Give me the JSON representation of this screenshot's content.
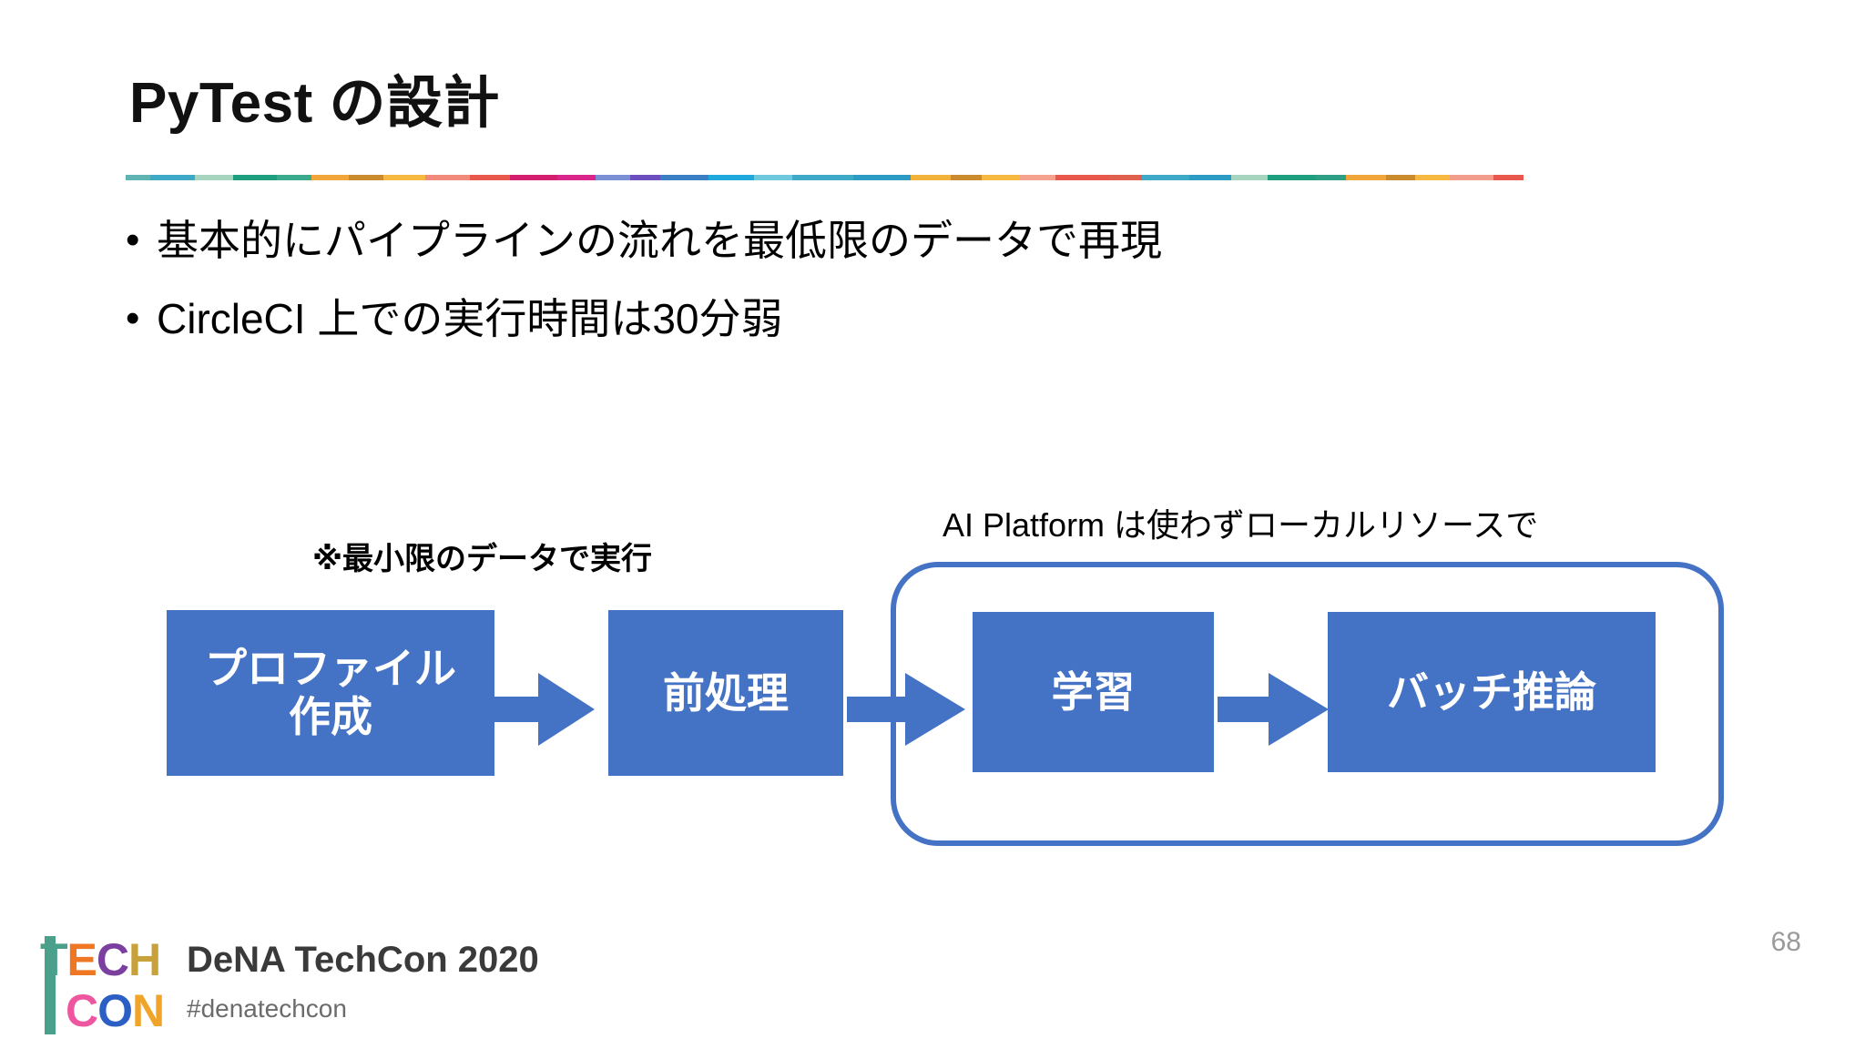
{
  "slide": {
    "title": "PyTest の設計",
    "page_number": "68",
    "accent_color": "#4472C4"
  },
  "divider": {
    "segments": [
      {
        "color": "#5FB3B3",
        "width": 28
      },
      {
        "color": "#3FA9C8",
        "width": 52
      },
      {
        "color": "#A8D5C0",
        "width": 44
      },
      {
        "color": "#1F9E7E",
        "width": 50
      },
      {
        "color": "#3AA98C",
        "width": 40
      },
      {
        "color": "#F0A63A",
        "width": 42
      },
      {
        "color": "#C98B2E",
        "width": 40
      },
      {
        "color": "#F5B942",
        "width": 48
      },
      {
        "color": "#F08A7A",
        "width": 52
      },
      {
        "color": "#E8584C",
        "width": 46
      },
      {
        "color": "#D41E6E",
        "width": 54
      },
      {
        "color": "#D9268A",
        "width": 44
      },
      {
        "color": "#7B8FD4",
        "width": 40
      },
      {
        "color": "#6B4FBF",
        "width": 34
      },
      {
        "color": "#3A7FC4",
        "width": 56
      },
      {
        "color": "#1EA8DC",
        "width": 52
      },
      {
        "color": "#6FC9DE",
        "width": 44
      },
      {
        "color": "#3FA9C8",
        "width": 70
      },
      {
        "color": "#2E9BC4",
        "width": 66
      },
      {
        "color": "#F2B33D",
        "width": 46
      },
      {
        "color": "#C98B2E",
        "width": 36
      },
      {
        "color": "#F5B942",
        "width": 44
      },
      {
        "color": "#F5A38F",
        "width": 40
      },
      {
        "color": "#E8584C",
        "width": 62
      },
      {
        "color": "#E06050",
        "width": 38
      },
      {
        "color": "#3FA9C8",
        "width": 54
      },
      {
        "color": "#2E9BC4",
        "width": 48
      },
      {
        "color": "#A8D5C0",
        "width": 42
      },
      {
        "color": "#1F9E7E",
        "width": 56
      },
      {
        "color": "#2E9E85",
        "width": 34
      },
      {
        "color": "#F0A63A",
        "width": 46
      },
      {
        "color": "#C98B2E",
        "width": 34
      },
      {
        "color": "#F5B942",
        "width": 40
      },
      {
        "color": "#F29C8C",
        "width": 50
      },
      {
        "color": "#E8584C",
        "width": 34
      }
    ]
  },
  "bullets": [
    {
      "marker": "•",
      "text": "基本的にパイプラインの流れを最低限のデータで再現"
    },
    {
      "marker": "•",
      "text": "CircleCI 上での実行時間は30分弱"
    }
  ],
  "diagram": {
    "note_min_data": "※最小限のデータで実行",
    "note_ai_platform": "AI Platform は使わずローカルリソースで",
    "boxes": [
      {
        "id": "profile",
        "label_line1": "プロファイル",
        "label_line2": "作成"
      },
      {
        "id": "preprocess",
        "label_line1": "前処理",
        "label_line2": ""
      },
      {
        "id": "train",
        "label_line1": "学習",
        "label_line2": ""
      },
      {
        "id": "batch",
        "label_line1": "バッチ推論",
        "label_line2": ""
      }
    ],
    "group_border_color": "#4472C4"
  },
  "footer": {
    "title": "DeNA TechCon 2020",
    "hashtag": "#denatechcon",
    "logo": {
      "row1": [
        {
          "char": "T",
          "color": "#4AA08B"
        },
        {
          "char": "E",
          "color": "#EF7622"
        },
        {
          "char": "C",
          "color": "#7B3FA0"
        },
        {
          "char": "H",
          "color": "#C9A13B"
        }
      ],
      "row2": [
        {
          "char": "C",
          "color": "#EE57A0"
        },
        {
          "char": "O",
          "color": "#2B5FC4"
        },
        {
          "char": "N",
          "color": "#F0A42A"
        }
      ]
    }
  }
}
